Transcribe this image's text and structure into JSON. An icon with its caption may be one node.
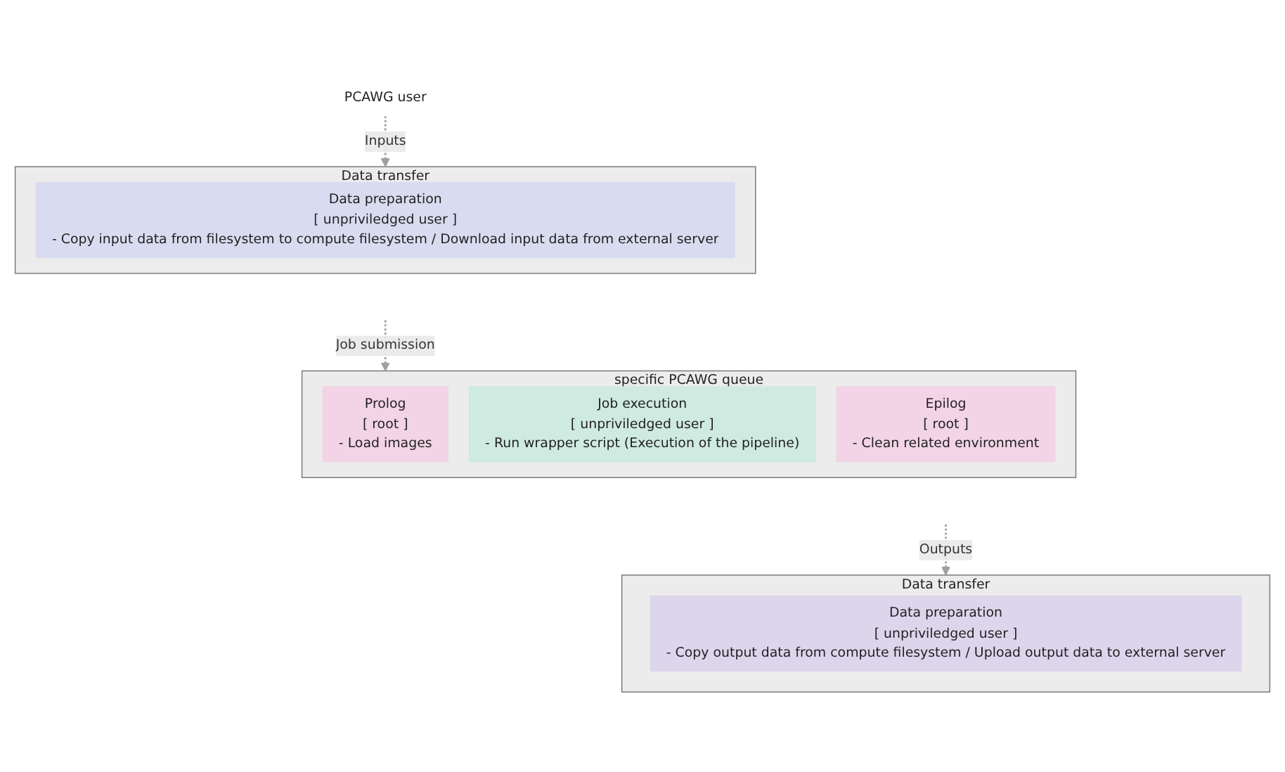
{
  "diagram": {
    "nodes": [
      {
        "text": [
          "PCAWG user"
        ]
      },
      {
        "text": [
          "Data transfer"
        ]
      },
      {
        "text": [
          "Data preparation",
          "[ unpriviledged user ]",
          "- Copy input data from filesystem to compute filesystem / Download input data from external server"
        ],
        "in": 1
      },
      {
        "text": [
          "specific PCAWG queue"
        ]
      },
      {
        "text": [
          "Prolog",
          "[ root ]",
          "- Load images"
        ],
        "in": 3
      },
      {
        "text": [
          "Job execution",
          "[ unpriviledged user ]",
          "- Run wrapper script (Execution of the pipeline)"
        ],
        "in": 3
      },
      {
        "text": [
          "Epilog",
          "[ root ]",
          "- Clean related environment"
        ],
        "in": 3
      },
      {
        "text": [
          "Data transfer"
        ]
      },
      {
        "text": [
          "Data preparation",
          "[ unpriviledged user ]",
          "- Copy output data from compute filesystem / Upload output data to external server"
        ],
        "in": 7
      }
    ],
    "edges": [
      {
        "from": 0,
        "to": 1,
        "arrow": "to",
        "label": "Inputs",
        "style": "dashed"
      },
      {
        "from": null,
        "to": 3,
        "arrow": "to",
        "label": "Job submission",
        "style": "dashed"
      },
      {
        "from": null,
        "to": 7,
        "arrow": "to",
        "label": "Outputs",
        "style": "dashed"
      }
    ]
  }
}
